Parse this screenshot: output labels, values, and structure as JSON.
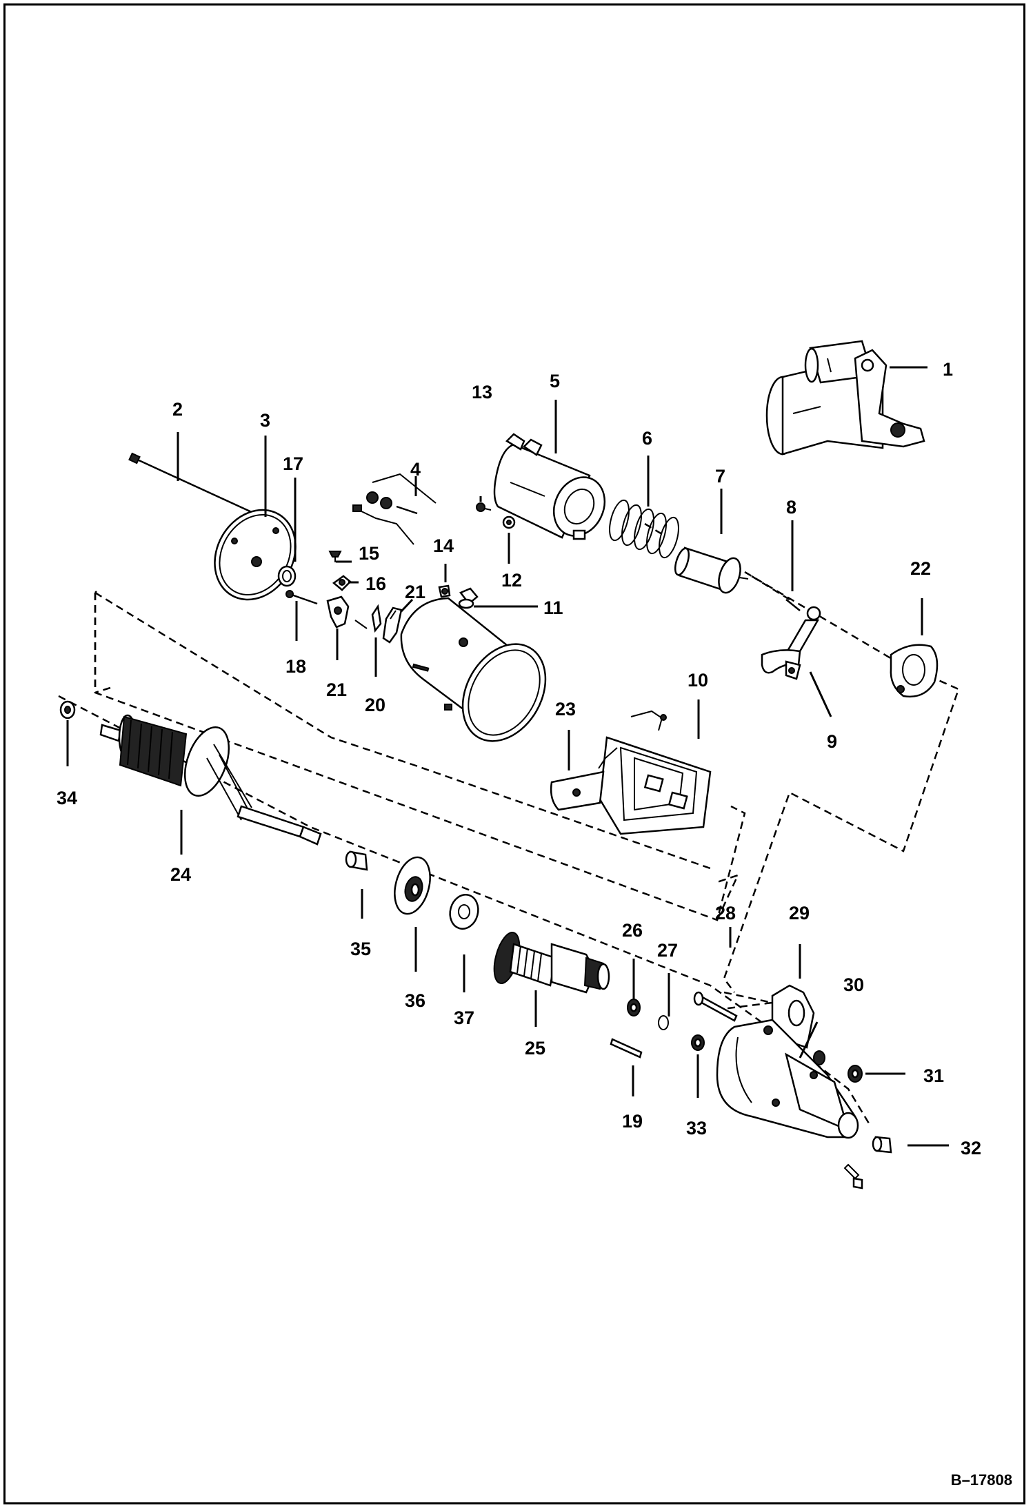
{
  "reference": "B–17808",
  "callouts": {
    "n1": "1",
    "n2": "2",
    "n3": "3",
    "n4": "4",
    "n5": "5",
    "n6": "6",
    "n7": "7",
    "n8": "8",
    "n9": "9",
    "n10": "10",
    "n11": "11",
    "n12": "12",
    "n13": "13",
    "n14": "14",
    "n15": "15",
    "n16": "16",
    "n17": "17",
    "n18": "18",
    "n19": "19",
    "n20": "20",
    "n21a": "21",
    "n21b": "21",
    "n22": "22",
    "n23": "23",
    "n24": "24",
    "n25": "25",
    "n26": "26",
    "n27": "27",
    "n28": "28",
    "n29": "29",
    "n30": "30",
    "n31": "31",
    "n32": "32",
    "n33": "33",
    "n34": "34",
    "n35": "35",
    "n36": "36",
    "n37": "37"
  }
}
